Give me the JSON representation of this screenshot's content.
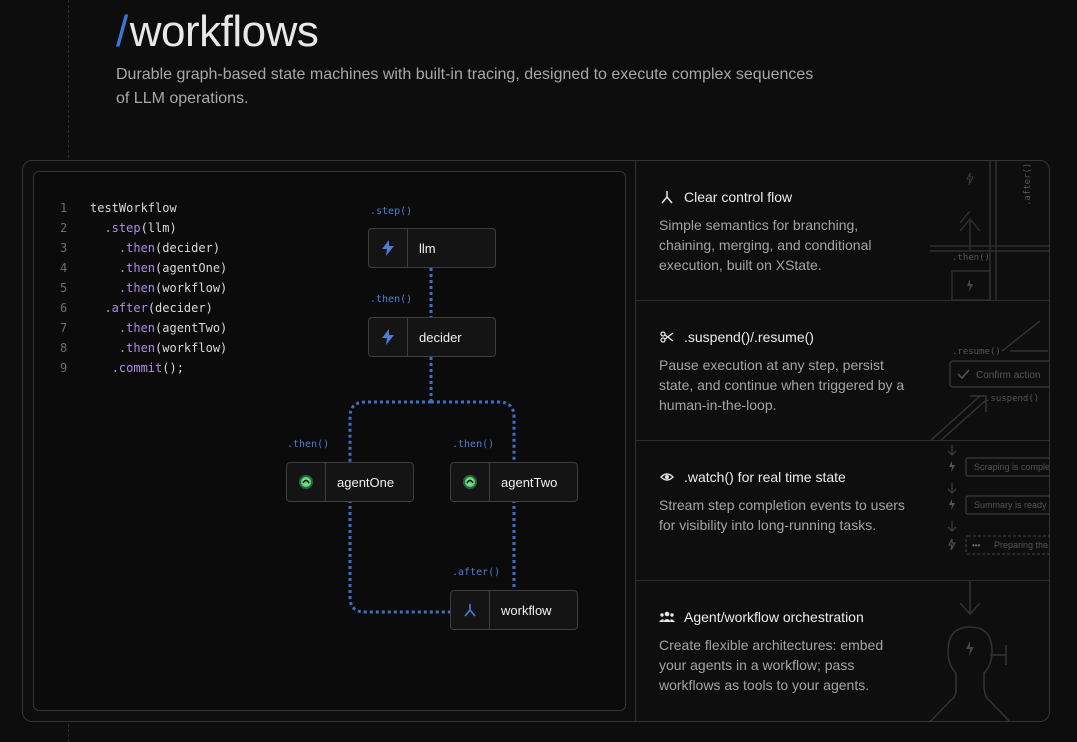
{
  "header": {
    "title_slash": "/",
    "title": "workflows",
    "subtitle": "Durable graph-based state machines with built-in tracing, designed to execute complex sequences of LLM operations."
  },
  "code": {
    "lines": [
      {
        "num": "1",
        "text": "testWorkflow"
      },
      {
        "num": "2",
        "text": "  .step(llm)"
      },
      {
        "num": "3",
        "text": "    .then(decider)"
      },
      {
        "num": "4",
        "text": "    .then(agentOne)"
      },
      {
        "num": "5",
        "text": "    .then(workflow)"
      },
      {
        "num": "6",
        "text": "  .after(decider)"
      },
      {
        "num": "7",
        "text": "    .then(agentTwo)"
      },
      {
        "num": "8",
        "text": "    .then(workflow)"
      },
      {
        "num": "9",
        "text": "   .commit();"
      }
    ]
  },
  "graph": {
    "nodes": {
      "llm": {
        "label": "llm",
        "tag": ".step()",
        "icon": "lightning-icon"
      },
      "decider": {
        "label": "decider",
        "tag": ".then()",
        "icon": "lightning-icon"
      },
      "agentOne": {
        "label": "agentOne",
        "tag": ".then()",
        "icon": "agent-icon"
      },
      "agentTwo": {
        "label": "agentTwo",
        "tag": ".then()",
        "icon": "agent-icon"
      },
      "workflow": {
        "label": "workflow",
        "tag": ".after()",
        "icon": "branch-icon"
      }
    },
    "colors": {
      "accent": "#4a7fd4",
      "agent": "#5ee07a"
    }
  },
  "features": [
    {
      "icon": "branch-icon",
      "title": "Clear control flow",
      "body": "Simple semantics for branching, chaining, merging, and conditional execution, built on XState.",
      "deco": {
        "then_label": ".then()",
        "after_label": ".after()"
      }
    },
    {
      "icon": "scissors-icon",
      "title": ".suspend()/.resume()",
      "body": "Pause execution at any step, persist state, and continue when triggered by a human-in-the-loop.",
      "deco": {
        "resume_label": ".resume()",
        "suspend_label": ".suspend()",
        "confirm_label": "Confirm action"
      }
    },
    {
      "icon": "eye-icon",
      "title": ".watch() for real time state",
      "body": "Stream step completion events to users for visibility into long-running tasks.",
      "deco": {
        "event1": "Scraping is complete",
        "event2": "Summary is ready",
        "event3": "Preparing the"
      }
    },
    {
      "icon": "people-icon",
      "title": "Agent/workflow orchestration",
      "body": "Create flexible architectures: embed your agents in a workflow; pass workflows as tools to your agents."
    }
  ]
}
